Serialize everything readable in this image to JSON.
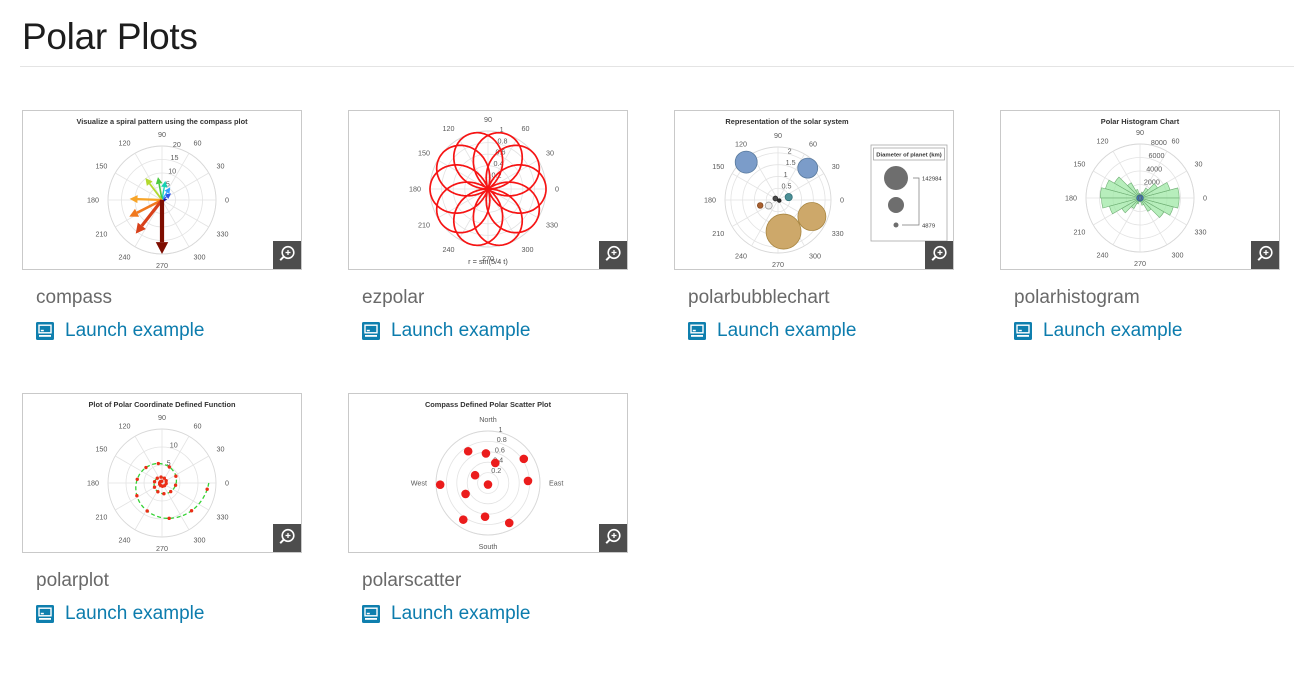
{
  "page": {
    "title": "Polar Plots"
  },
  "cards": [
    {
      "name": "compass",
      "launch_label": "Launch example",
      "chart": {
        "type": "compass",
        "title": "Visualize a spiral pattern using the compass plot",
        "theta_tick_labels": [
          0,
          30,
          60,
          90,
          120,
          150,
          180,
          210,
          240,
          270,
          300,
          330
        ],
        "r_ticks": [
          5,
          10,
          15,
          20
        ],
        "r_max": 20,
        "arrows": [
          {
            "deg": 8,
            "r": 2,
            "color": "#1a1a9e",
            "width": 1
          },
          {
            "deg": 36,
            "r": 4.2,
            "color": "#2e55e8",
            "width": 1.1
          },
          {
            "deg": 57,
            "r": 5.6,
            "color": "#2e9fff",
            "width": 1.2
          },
          {
            "deg": 80,
            "r": 7.2,
            "color": "#16d2b4",
            "width": 1.4
          },
          {
            "deg": 100,
            "r": 8.6,
            "color": "#4cc93f",
            "width": 1.6
          },
          {
            "deg": 127,
            "r": 10.2,
            "color": "#b2d92e",
            "width": 1.8
          },
          {
            "deg": 178,
            "r": 12.0,
            "color": "#f7a428",
            "width": 2.2
          },
          {
            "deg": 207,
            "r": 13.6,
            "color": "#f0781e",
            "width": 2.6
          },
          {
            "deg": 232,
            "r": 15.8,
            "color": "#d8401a",
            "width": 3.2
          },
          {
            "deg": 270,
            "r": 20,
            "color": "#7e0d00",
            "width": 4.2
          }
        ]
      }
    },
    {
      "name": "ezpolar",
      "launch_label": "Launch example",
      "chart": {
        "type": "rose",
        "footer": "r = sin(5/4 t)",
        "k_numerator": 5,
        "k_denominator": 4,
        "t_max_pi": 8,
        "theta_tick_labels": [
          0,
          30,
          60,
          90,
          120,
          150,
          180,
          210,
          240,
          270,
          300,
          330
        ],
        "r_ticks": [
          0.2,
          0.4,
          0.6,
          0.8,
          1
        ],
        "r_max": 1,
        "line_color": "#f61414"
      }
    },
    {
      "name": "polarbubblechart",
      "launch_label": "Launch example",
      "chart": {
        "type": "bubble",
        "title": "Representation of the solar system",
        "theta_tick_labels": [
          0,
          30,
          60,
          90,
          120,
          150,
          180,
          210,
          240,
          270,
          300,
          330
        ],
        "r_ticks": [
          0.5,
          1,
          1.5,
          2
        ],
        "r_max": 2.25,
        "bubbles": [
          {
            "deg": 130,
            "r": 2.1,
            "size": 11,
            "fill": "#7b9cc9",
            "stroke": "#58799c"
          },
          {
            "deg": 47,
            "r": 1.85,
            "size": 10,
            "fill": "#7b9cc9",
            "stroke": "#58799c"
          },
          {
            "deg": 15,
            "r": 0.47,
            "size": 3.6,
            "fill": "#4b8f96",
            "stroke": "#2f6f77"
          },
          {
            "deg": 150,
            "r": 0.13,
            "size": 2.4,
            "fill": "#4a4a4a",
            "stroke": "#303030"
          },
          {
            "deg": 335,
            "r": 0.06,
            "size": 1.8,
            "fill": "#2f2f2f",
            "stroke": "#1f1f1f"
          },
          {
            "deg": 197,
            "r": 0.79,
            "size": 2.8,
            "fill": "#a9602f",
            "stroke": "#84481f"
          },
          {
            "deg": 211,
            "r": 0.46,
            "size": 3.5,
            "fill": "#ededed",
            "stroke": "#9a9a9a"
          },
          {
            "deg": 334,
            "r": 1.6,
            "size": 14,
            "fill": "#cda86a",
            "stroke": "#a98641"
          },
          {
            "deg": 280,
            "r": 1.36,
            "size": 17.5,
            "fill": "#cda86a",
            "stroke": "#a98641"
          }
        ],
        "legend": {
          "title": "Diameter of planet (km)",
          "max_label": "142984",
          "min_label": "4879"
        }
      }
    },
    {
      "name": "polarhistogram",
      "launch_label": "Launch example",
      "chart": {
        "type": "histogram",
        "title": "Polar Histogram Chart",
        "theta_tick_labels": [
          0,
          30,
          60,
          90,
          120,
          150,
          180,
          210,
          240,
          270,
          300,
          330
        ],
        "r_ticks": [
          2000,
          4000,
          6000,
          8000
        ],
        "r_max": 8000,
        "bin_width_deg": 15,
        "values": [
          5800,
          4600,
          3000,
          1700,
          900,
          500,
          700,
          1300,
          2600,
          4400,
          5300,
          5900,
          5700,
          4700,
          3100,
          1800,
          900,
          500,
          600,
          1100,
          2300,
          4100,
          5100,
          5800
        ],
        "center_label": "0",
        "fill": "#9fe8a5",
        "stroke": "#6fae74",
        "center_dot_color": "#4a7db3"
      }
    },
    {
      "name": "polarplot",
      "launch_label": "Launch example",
      "chart": {
        "type": "spiral_line",
        "title": "Plot of Polar Coordinate Defined Function",
        "theta_tick_labels": [
          0,
          30,
          60,
          90,
          120,
          150,
          180,
          210,
          240,
          270,
          300,
          330
        ],
        "r_ticks": [
          5,
          10
        ],
        "r_max": 15,
        "spiral": {
          "theta_start_deg": 98,
          "theta_end_deg": 1080,
          "r_start": 0.5,
          "r_end": 13
        },
        "marker_every_deg": 36,
        "line_color": "#35d235",
        "marker_color": "#eb2e17"
      }
    },
    {
      "name": "polarscatter",
      "launch_label": "Launch example",
      "chart": {
        "type": "scatter",
        "title": "Compass Defined Polar Scatter Plot",
        "cardinal_labels": [
          "North",
          "East",
          "South",
          "West"
        ],
        "r_ticks": [
          0.2,
          0.4,
          0.6,
          0.8,
          1
        ],
        "r_max": 1,
        "marker_color": "#eb1c1c",
        "points": [
          {
            "deg": 122,
            "r": 0.72
          },
          {
            "deg": 94,
            "r": 0.57
          },
          {
            "deg": 34,
            "r": 0.83
          },
          {
            "deg": 70,
            "r": 0.41
          },
          {
            "deg": 149,
            "r": 0.29
          },
          {
            "deg": 182,
            "r": 0.92
          },
          {
            "deg": 270,
            "r": 0.03
          },
          {
            "deg": 3,
            "r": 0.77
          },
          {
            "deg": 206,
            "r": 0.48
          },
          {
            "deg": 236,
            "r": 0.85
          },
          {
            "deg": 265,
            "r": 0.65
          },
          {
            "deg": 298,
            "r": 0.87
          }
        ]
      }
    }
  ]
}
